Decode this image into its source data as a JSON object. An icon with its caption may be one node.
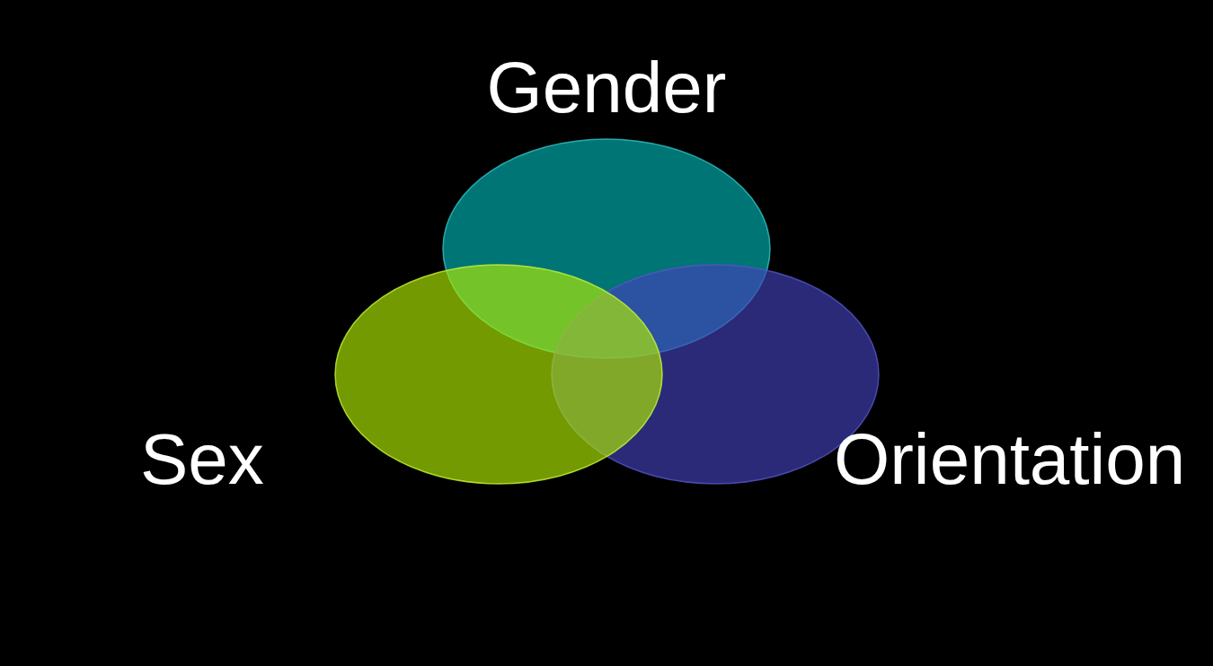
{
  "diagram": {
    "nodes": [
      {
        "text": [
          "Gender"
        ]
      },
      {
        "text": [
          "Sex"
        ]
      },
      {
        "text": [
          "Orientation"
        ]
      }
    ]
  }
}
